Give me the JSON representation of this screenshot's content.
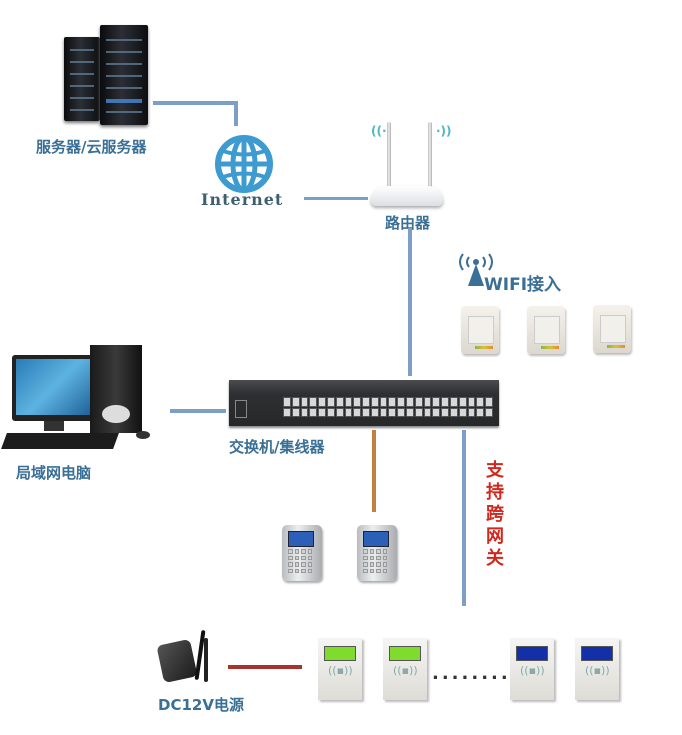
{
  "nodes": {
    "server": {
      "label": "服务器/云服务器",
      "icon": "server-rack-icon"
    },
    "internet": {
      "label": "Internet",
      "icon": "globe-icon"
    },
    "router": {
      "label": "路由器",
      "icon": "wifi-router-icon"
    },
    "wifi_access": {
      "label": "WIFI接入",
      "icon": "wifi-antenna-icon",
      "device_count": 3
    },
    "lan_pc": {
      "label": "局域网电脑",
      "icon": "desktop-computer-icon"
    },
    "switch": {
      "label": "交换机/集线器",
      "icon": "network-switch-icon"
    },
    "cross_gateway": {
      "label": "支持跨网关",
      "chars": [
        "支",
        "持",
        "跨",
        "网",
        "关"
      ]
    },
    "keypad_terminals": {
      "device_count": 2,
      "icon": "keypad-terminal-icon"
    },
    "power": {
      "label": "DC12V电源",
      "icon": "power-adapter-icon"
    },
    "card_readers": {
      "display_colors": [
        "green",
        "green",
        "blue",
        "blue"
      ],
      "ellipsis": "..........",
      "icon": "card-reader-icon"
    }
  },
  "colors": {
    "label": "#3a6f96",
    "network_line": "#7d9fc6",
    "orange_line": "#c0803f",
    "power_line": "#a8332e",
    "accent_red": "#d0281f"
  }
}
